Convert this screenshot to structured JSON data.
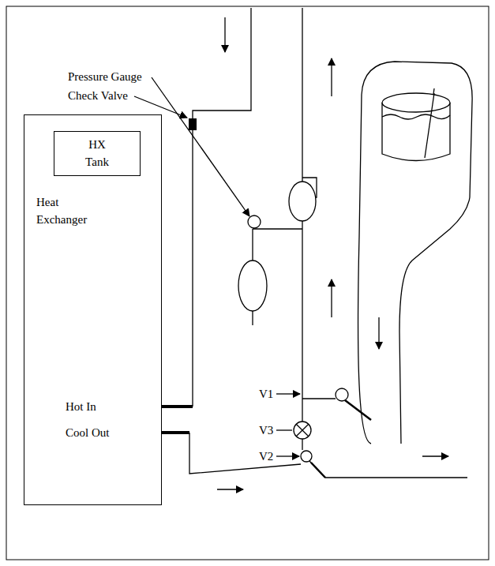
{
  "diagram": {
    "nodes": [
      {
        "text": [
          "Heat Exchanger"
        ]
      },
      {
        "text": [
          "HX Tank"
        ],
        "in": 0
      }
    ],
    "labels": [
      "Pressure Gauge",
      "Check Valve",
      "Hot In",
      "Cool Out",
      "V1",
      "V3",
      "V2"
    ]
  }
}
